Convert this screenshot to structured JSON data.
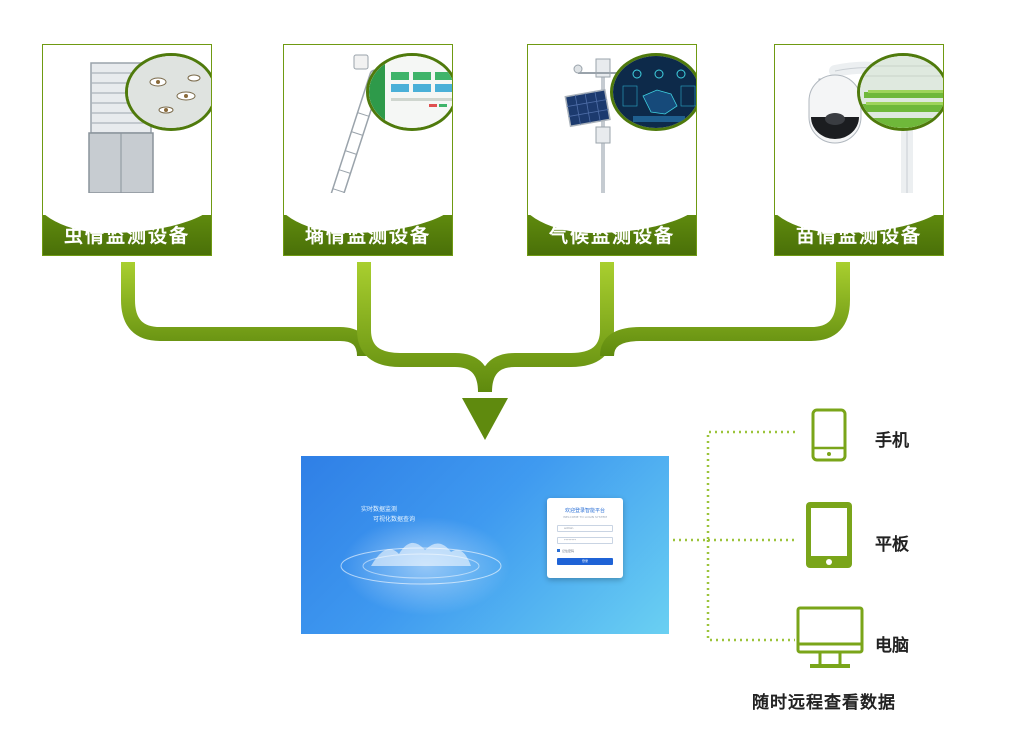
{
  "devices": [
    {
      "label": "虫情监测设备",
      "icon": "insect-trap-icon"
    },
    {
      "label": "墒情监测设备",
      "icon": "soil-sensor-icon"
    },
    {
      "label": "气候监测设备",
      "icon": "weather-station-icon"
    },
    {
      "label": "苗情监测设备",
      "icon": "ptz-camera-icon"
    }
  ],
  "platform": {
    "slogan1": "实时数据监测",
    "slogan2": "可视化数据查询",
    "login_title": "欢迎登录智能平台",
    "login_subtitle": "WELCOME TO LOGIN SYSTEM",
    "username_field": "admin",
    "password_field": "********",
    "remember_label": "记住密码",
    "login_button": "登录"
  },
  "terminals": [
    {
      "label": "手机",
      "icon": "phone-icon"
    },
    {
      "label": "平板",
      "icon": "tablet-icon"
    },
    {
      "label": "电脑",
      "icon": "computer-icon"
    }
  ],
  "caption": "随时远程查看数据",
  "colors": {
    "brand_green": "#5f8a0e",
    "connector_green": "#8db81e",
    "dotted_green": "#9cc43a",
    "platform_blue": "#3f9af0"
  }
}
